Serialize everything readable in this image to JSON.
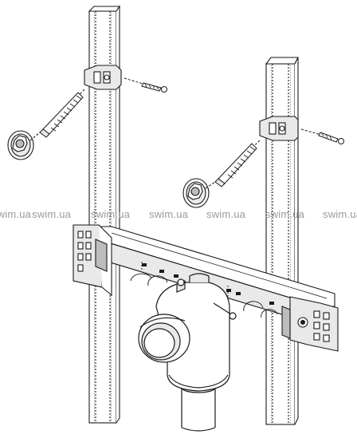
{
  "watermark": {
    "items": [
      "swim.ua",
      "swim.ua",
      "swim.ua",
      "swim.ua",
      "swim.ua",
      "swim.ua",
      "swim.ua"
    ]
  },
  "colors": {
    "line": "#1a1a1a",
    "panel": "#e9e9e9",
    "panel_dark": "#bdbdbd",
    "white": "#ffffff",
    "watermark": "#9a9a9a"
  }
}
